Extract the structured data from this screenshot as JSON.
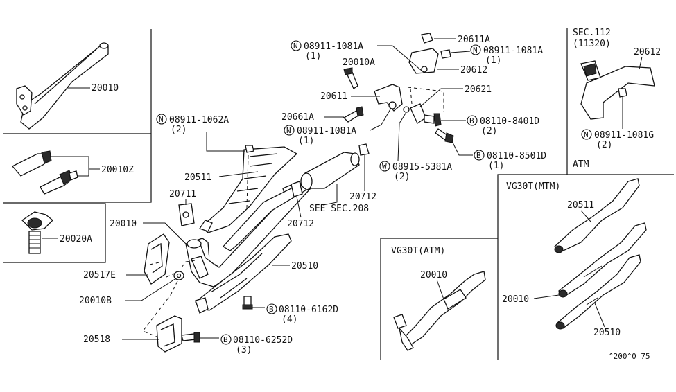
{
  "sections": {
    "atm_sec": "SEC.112",
    "atm_sec_code": "(11320)",
    "atm_label": "ATM",
    "vg30t_mtm": "VG30T(MTM)",
    "vg30t_atm": "VG30T(ATM)"
  },
  "notes": {
    "see_sec": "SEE SEC.208",
    "diagram_code": "^200^0 75"
  },
  "parts": {
    "p20010_tl": "20010",
    "p20010z": "20010Z",
    "p20020a": "20020A",
    "p20010_main": "20010",
    "p20517e": "20517E",
    "p20010b": "20010B",
    "p20518": "20518",
    "p20711": "20711",
    "p20511": "20511",
    "p20712_a": "20712",
    "p20712_b": "20712",
    "p20510": "20510",
    "p20010a": "20010A",
    "p20611": "20611",
    "p20611a": "20611A",
    "p20612": "20612",
    "p20621": "20621",
    "p20661a": "20661A",
    "p20612_atm": "20612",
    "p20511_mtm": "20511",
    "p20010_mtm": "20010",
    "p20510_mtm": "20510",
    "p20010_atm": "20010"
  },
  "fasteners": [
    {
      "symbol": "N",
      "code": "08911-1062A",
      "qty": "(2)"
    },
    {
      "symbol": "N",
      "code": "08911-1081A",
      "qty": "(1)"
    },
    {
      "symbol": "N",
      "code": "08911-1081A",
      "qty": "(1)"
    },
    {
      "symbol": "N",
      "code": "08911-1081A",
      "qty": "(1)"
    },
    {
      "symbol": "B",
      "code": "08110-8401D",
      "qty": "(2)"
    },
    {
      "symbol": "B",
      "code": "08110-8501D",
      "qty": "(1)"
    },
    {
      "symbol": "W",
      "code": "08915-5381A",
      "qty": "(2)"
    },
    {
      "symbol": "N",
      "code": "08911-1081G",
      "qty": "(2)"
    },
    {
      "symbol": "B",
      "code": "08110-6162D",
      "qty": "(4)"
    },
    {
      "symbol": "B",
      "code": "08110-6252D",
      "qty": "(3)"
    }
  ]
}
